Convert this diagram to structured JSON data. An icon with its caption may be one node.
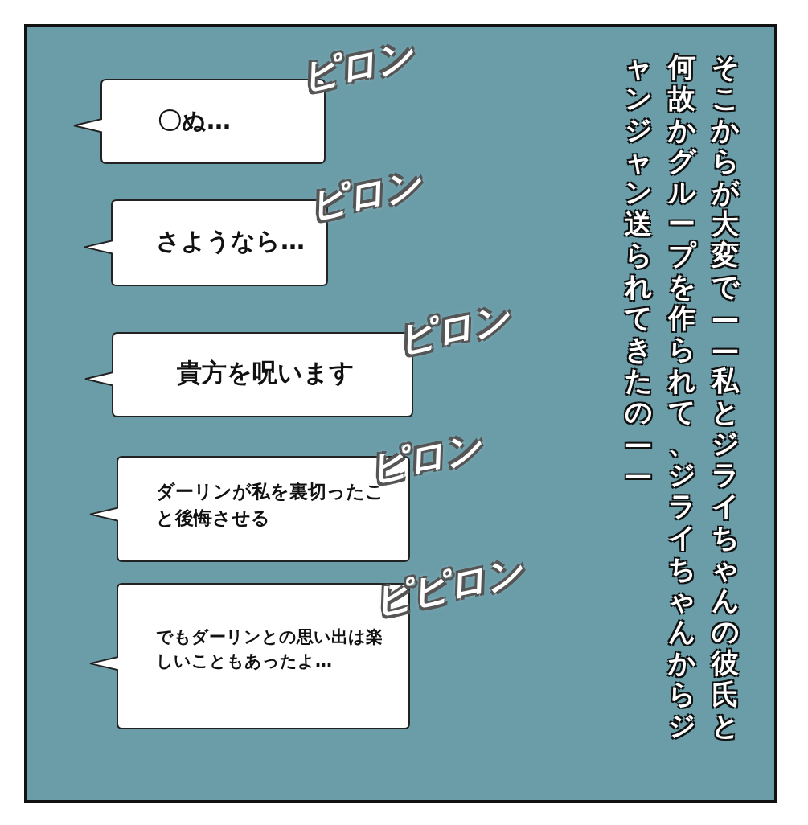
{
  "diagram": {
    "nodes": [
      {
        "text": [
          "〇ぬ…"
        ]
      },
      {
        "text": [
          "さようなら…"
        ]
      },
      {
        "text": [
          "貴方を呪います"
        ]
      },
      {
        "text": [
          "ダーリンが私を裏切ったこと後悔させる"
        ]
      },
      {
        "text": [
          "でもダーリンとの思い出は楽しいこともあったよ…"
        ]
      }
    ],
    "edges": [],
    "labels": [
      "ピロン",
      "ピロン",
      "ピロン",
      "ピロン",
      "ピピロン",
      "そこからが大変で——私とジライちゃんの彼氏と何故かグループを作られて、ジライちゃんからジャンジャン送られてきたの——"
    ]
  }
}
